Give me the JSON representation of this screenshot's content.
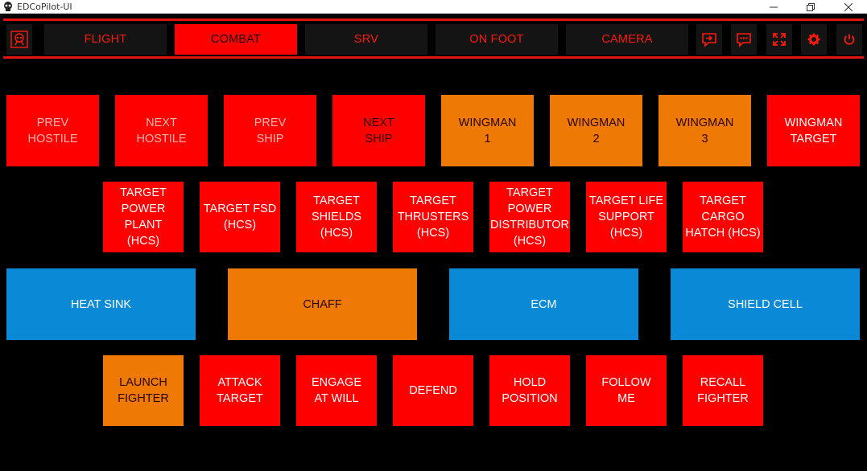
{
  "window": {
    "title": "EDCoPilot-UI"
  },
  "tabs": [
    {
      "label": "FLIGHT",
      "active": false
    },
    {
      "label": "COMBAT",
      "active": true
    },
    {
      "label": "SRV",
      "active": false
    },
    {
      "label": "ON FOOT",
      "active": false
    },
    {
      "label": "CAMERA",
      "active": false
    }
  ],
  "toolbar_icons": [
    "logo-icon",
    "send-message-icon",
    "chat-icon",
    "expand-icon",
    "gear-icon",
    "power-icon"
  ],
  "colors": {
    "accent": "#ff0000",
    "orange": "#ee7a05",
    "blue": "#0a8ad6",
    "background": "#000000"
  },
  "rows": {
    "targeting": [
      {
        "label": "PREV\nHOSTILE",
        "color": "red",
        "text": "dim"
      },
      {
        "label": "NEXT\nHOSTILE",
        "color": "red",
        "text": "dim"
      },
      {
        "label": "PREV\nSHIP",
        "color": "red",
        "text": "dim"
      },
      {
        "label": "NEXT\nSHIP",
        "color": "red",
        "text": "dark"
      },
      {
        "label": "WINGMAN\n1",
        "color": "orange",
        "text": "dark"
      },
      {
        "label": "WINGMAN\n2",
        "color": "orange",
        "text": "dark"
      },
      {
        "label": "WINGMAN\n3",
        "color": "orange",
        "text": "dark"
      },
      {
        "label": "WINGMAN\nTARGET",
        "color": "red",
        "text": "light"
      }
    ],
    "subsystems": [
      {
        "label": "TARGET\nPOWER PLANT\n(HCS)"
      },
      {
        "label": "TARGET FSD\n(HCS)"
      },
      {
        "label": "TARGET\nSHIELDS\n(HCS)"
      },
      {
        "label": "TARGET\nTHRUSTERS\n(HCS)"
      },
      {
        "label": "TARGET\nPOWER\nDISTRIBUTOR\n(HCS)"
      },
      {
        "label": "TARGET LIFE\nSUPPORT\n(HCS)"
      },
      {
        "label": "TARGET\nCARGO\nHATCH (HCS)"
      }
    ],
    "defense": [
      {
        "label": "HEAT SINK",
        "color": "blue"
      },
      {
        "label": "CHAFF",
        "color": "orange"
      },
      {
        "label": "ECM",
        "color": "blue"
      },
      {
        "label": "SHIELD CELL",
        "color": "blue"
      }
    ],
    "fighter": [
      {
        "label": "LAUNCH\nFIGHTER",
        "color": "orange"
      },
      {
        "label": "ATTACK\nTARGET",
        "color": "red"
      },
      {
        "label": "ENGAGE\nAT WILL",
        "color": "red"
      },
      {
        "label": "DEFEND",
        "color": "red"
      },
      {
        "label": "HOLD\nPOSITION",
        "color": "red"
      },
      {
        "label": "FOLLOW\nME",
        "color": "red"
      },
      {
        "label": "RECALL\nFIGHTER",
        "color": "red"
      }
    ]
  }
}
